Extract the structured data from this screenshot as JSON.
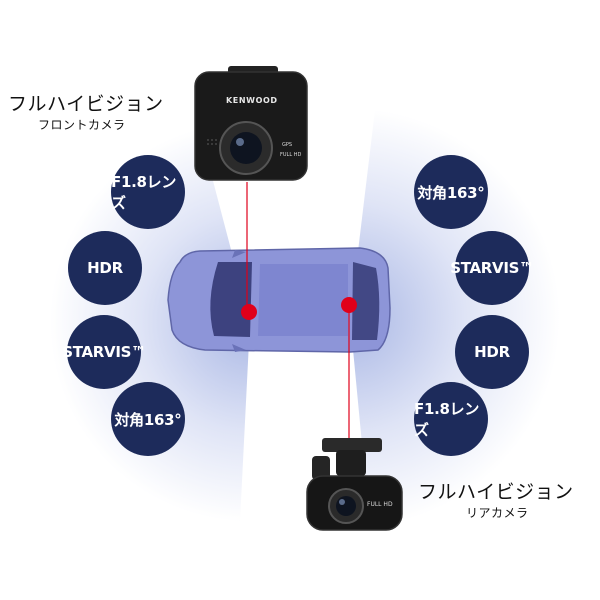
{
  "front_camera": {
    "title": "フルハイビジョン",
    "subtitle": "フロントカメラ",
    "brand": "KENWOOD",
    "badge_top": "GPS",
    "badge_bottom": "FULL HD",
    "features": [
      "F1.8レンズ",
      "HDR",
      "STARVIS™",
      "対角163°"
    ]
  },
  "rear_camera": {
    "title": "フルハイビジョン",
    "subtitle": "リアカメラ",
    "badge": "FULL HD",
    "features": [
      "対角163°",
      "STARVIS™",
      "HDR",
      "F1.8レンズ"
    ]
  },
  "colors": {
    "bubble": "#1d2b5b",
    "fan_gradient_outer": "#ffffff",
    "fan_gradient_inner": "#aebbe6",
    "car_body": "#8d95d8",
    "marker": "#e0001a"
  }
}
